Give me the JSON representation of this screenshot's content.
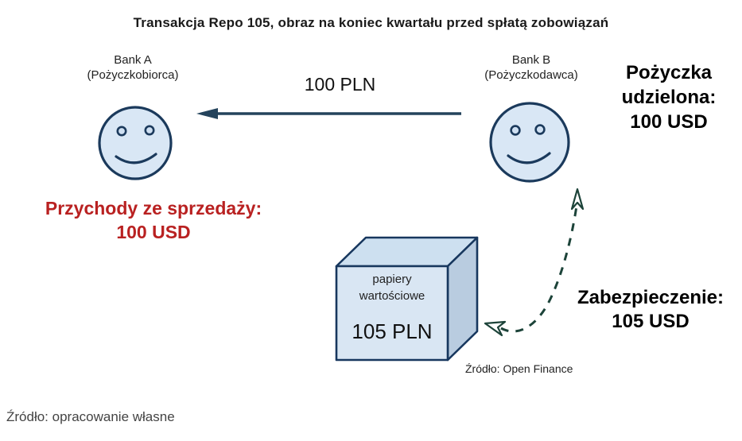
{
  "title": "Transakcja Repo 105, obraz na koniec kwartału przed spłatą zobowiązań",
  "banks": {
    "a": {
      "name": "Bank A",
      "role": "(Pożyczkobiorca)"
    },
    "b": {
      "name": "Bank B",
      "role": "(Pożyczkodawca)"
    }
  },
  "cash_flow": {
    "amount": "100 PLN"
  },
  "loan": {
    "lines": [
      "Pożyczka",
      "udzielona:",
      "100 USD"
    ]
  },
  "proceeds": {
    "lines": [
      "Przychody ze sprzedaży:",
      "100 USD"
    ]
  },
  "securities_box": {
    "lines": [
      "papiery",
      "wartościowe"
    ],
    "value": "105 PLN"
  },
  "collateral": {
    "lines": [
      "Zabezpieczenie:",
      "105 USD"
    ]
  },
  "diagram_source": "Źródło: Open Finance",
  "page_source": "Źródło: opracowanie własne",
  "colors": {
    "face_fill": "#d9e7f5",
    "outline_navy": "#1b3a5c",
    "cash_arrow": "#24435c",
    "collateral_arrow": "#1c4339",
    "proceeds_red": "#b92121",
    "box_front": "#d9e6f3",
    "box_top": "#cde0f0",
    "box_side": "#b9cce0"
  }
}
